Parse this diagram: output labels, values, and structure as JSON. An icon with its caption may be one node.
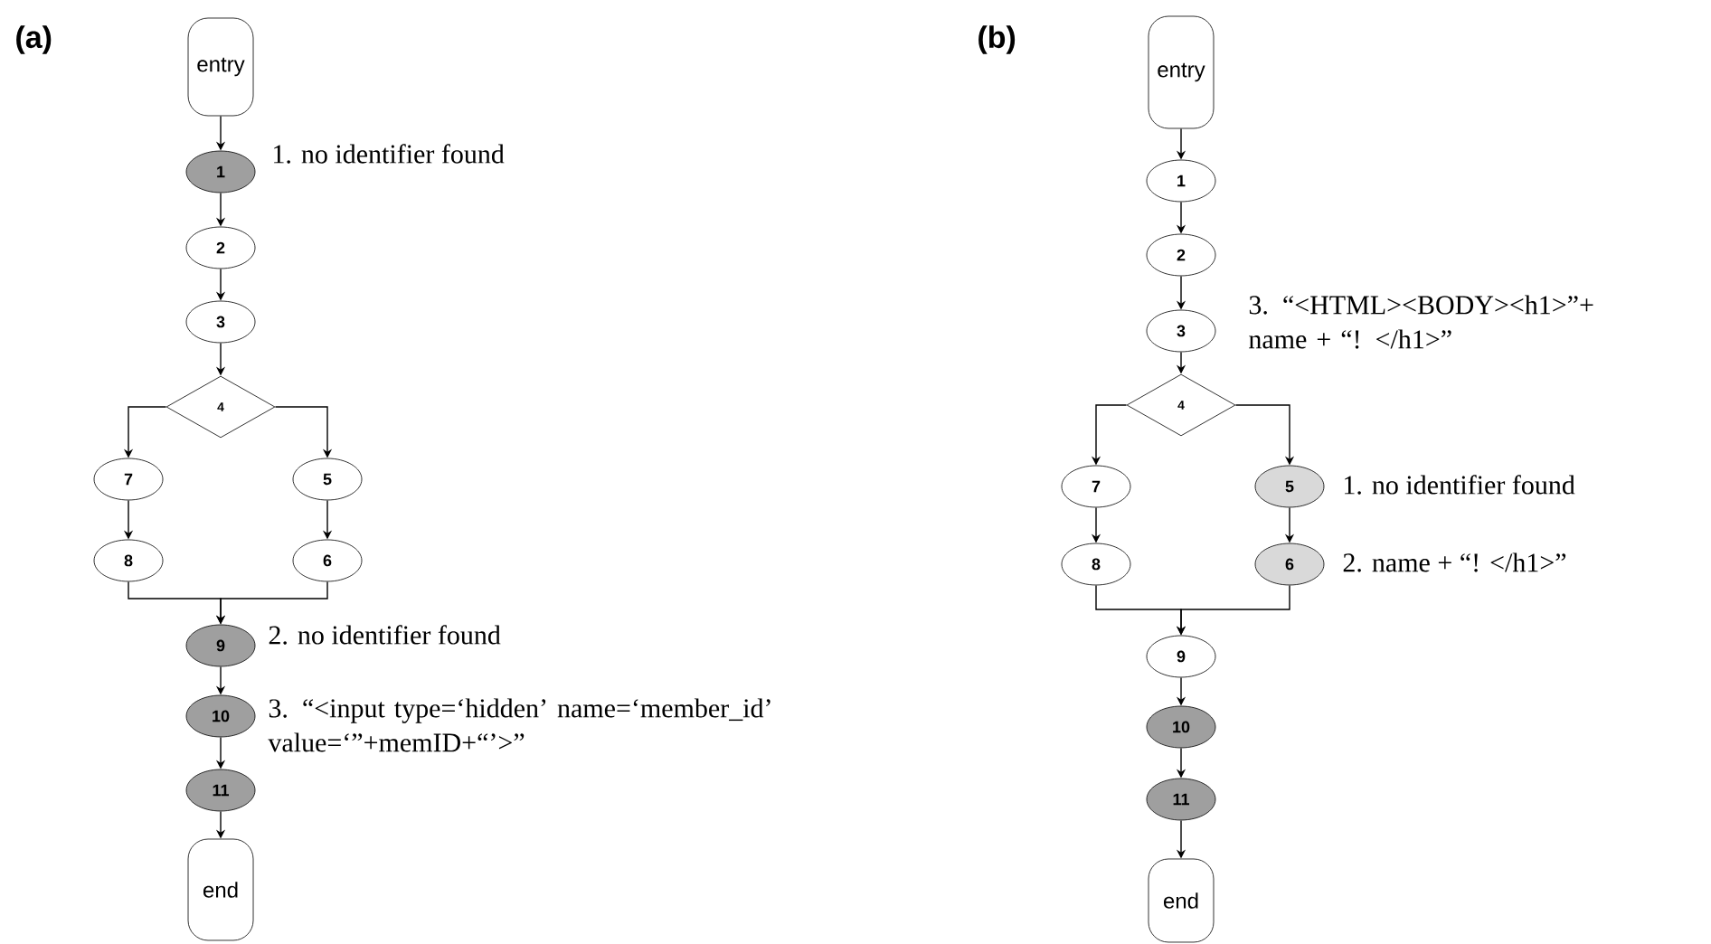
{
  "diagram": {
    "nodes": [
      {
        "text": [
          "entry"
        ]
      },
      {
        "text": [
          "1"
        ],
        "beside": [
          "1. no identifier found"
        ]
      },
      {
        "text": [
          "2"
        ]
      },
      {
        "text": [
          "3"
        ]
      },
      {
        "text": [
          "4"
        ]
      },
      {
        "text": [
          "7"
        ]
      },
      {
        "text": [
          "5"
        ]
      },
      {
        "text": [
          "8"
        ]
      },
      {
        "text": [
          "6"
        ]
      },
      {
        "text": [
          "9"
        ],
        "beside": [
          "2. no identifier found"
        ]
      },
      {
        "text": [
          "10"
        ],
        "beside": [
          "3. “<input type=‘hidden’ name=‘member_id’ value=‘”+memID+“’>”"
        ]
      },
      {
        "text": [
          "11"
        ]
      },
      {
        "text": [
          "end"
        ]
      },
      {
        "text": [
          "entry"
        ]
      },
      {
        "text": [
          "1"
        ]
      },
      {
        "text": [
          "2"
        ]
      },
      {
        "text": [
          "3"
        ],
        "beside": [
          "3. “<HTML><BODY><h1>”+ name + “! </h1>”"
        ]
      },
      {
        "text": [
          "4"
        ]
      },
      {
        "text": [
          "7"
        ]
      },
      {
        "text": [
          "5"
        ],
        "beside": [
          "1. no identifier found"
        ]
      },
      {
        "text": [
          "8"
        ]
      },
      {
        "text": [
          "6"
        ],
        "beside": [
          "2. name + “! </h1>”"
        ]
      },
      {
        "text": [
          "9"
        ]
      },
      {
        "text": [
          "10"
        ]
      },
      {
        "text": [
          "11"
        ]
      },
      {
        "text": [
          "end"
        ]
      }
    ],
    "edges": [
      {
        "from": 0,
        "to": 1,
        "arrow": "to"
      },
      {
        "from": 1,
        "to": 2,
        "arrow": "to"
      },
      {
        "from": 2,
        "to": 3,
        "arrow": "to"
      },
      {
        "from": 3,
        "to": 4,
        "arrow": "to"
      },
      {
        "from": 4,
        "to": 5,
        "arrow": "to"
      },
      {
        "from": 4,
        "to": 6,
        "arrow": "to"
      },
      {
        "from": 5,
        "to": 7,
        "arrow": "to"
      },
      {
        "from": 6,
        "to": 8,
        "arrow": "to"
      },
      {
        "from": 7,
        "to": 9,
        "arrow": "to"
      },
      {
        "from": 8,
        "to": 9,
        "arrow": "to"
      },
      {
        "from": 9,
        "to": 10,
        "arrow": "to"
      },
      {
        "from": 10,
        "to": 11,
        "arrow": "to"
      },
      {
        "from": 11,
        "to": 12,
        "arrow": "to"
      },
      {
        "from": 13,
        "to": 14,
        "arrow": "to"
      },
      {
        "from": 14,
        "to": 15,
        "arrow": "to"
      },
      {
        "from": 15,
        "to": 16,
        "arrow": "to"
      },
      {
        "from": 16,
        "to": 17,
        "arrow": "to"
      },
      {
        "from": 17,
        "to": 18,
        "arrow": "to"
      },
      {
        "from": 17,
        "to": 19,
        "arrow": "to"
      },
      {
        "from": 18,
        "to": 20,
        "arrow": "to"
      },
      {
        "from": 19,
        "to": 21,
        "arrow": "to"
      },
      {
        "from": 20,
        "to": 22,
        "arrow": "to"
      },
      {
        "from": 21,
        "to": 22,
        "arrow": "to"
      },
      {
        "from": 22,
        "to": 23,
        "arrow": "to"
      },
      {
        "from": 23,
        "to": 24,
        "arrow": "to"
      },
      {
        "from": 24,
        "to": 25,
        "arrow": "to"
      }
    ],
    "labels": [
      "(a)",
      "(b)"
    ]
  }
}
